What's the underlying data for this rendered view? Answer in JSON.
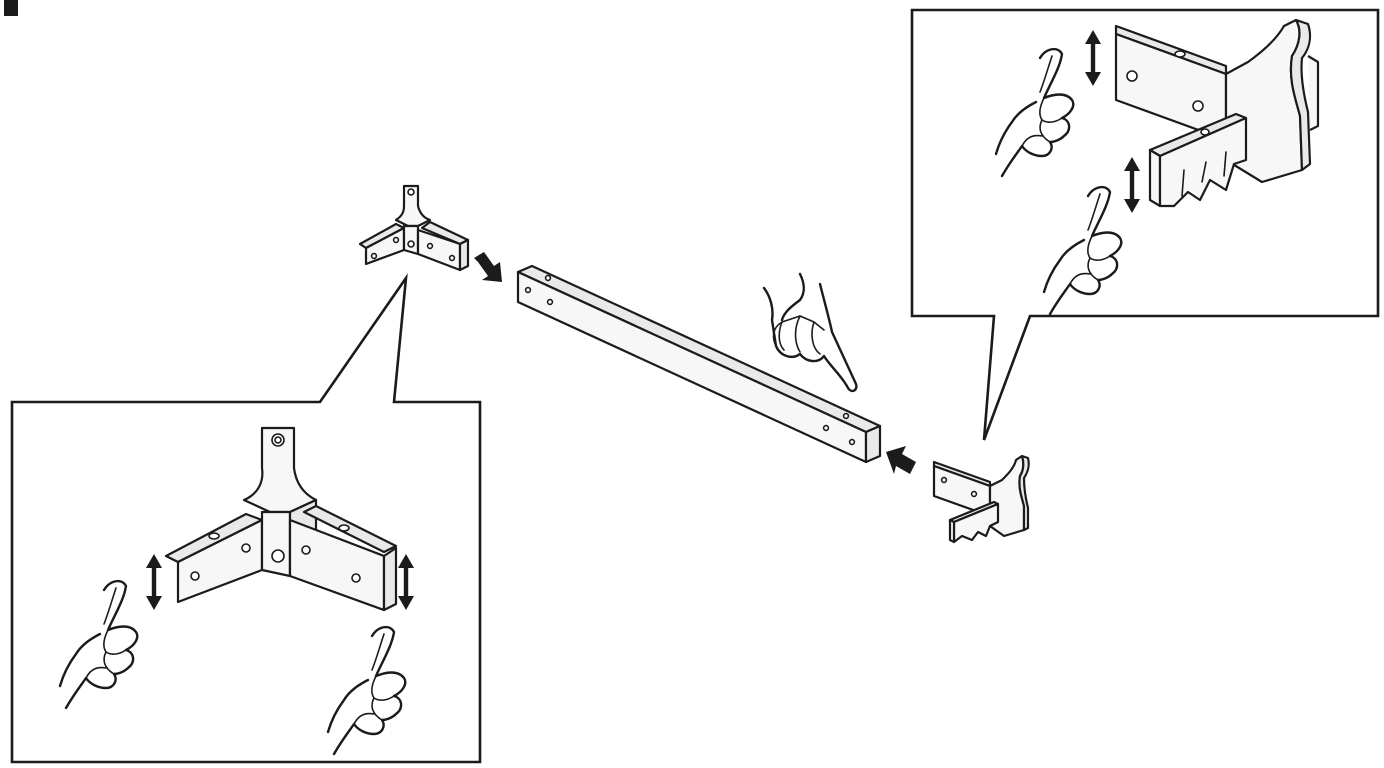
{
  "figure": {
    "step_marker": "",
    "parts": [
      "corner-bracket",
      "crossbar-rail",
      "end-bracket"
    ],
    "callouts": [
      "corner-bracket-detail",
      "end-bracket-detail"
    ],
    "instruction_icons": [
      "finger-press-icon",
      "up-down-arrow-icon",
      "insert-arrow-icon"
    ],
    "line_color": "#1b1b1b",
    "fill_color": "#f7f7f7"
  }
}
